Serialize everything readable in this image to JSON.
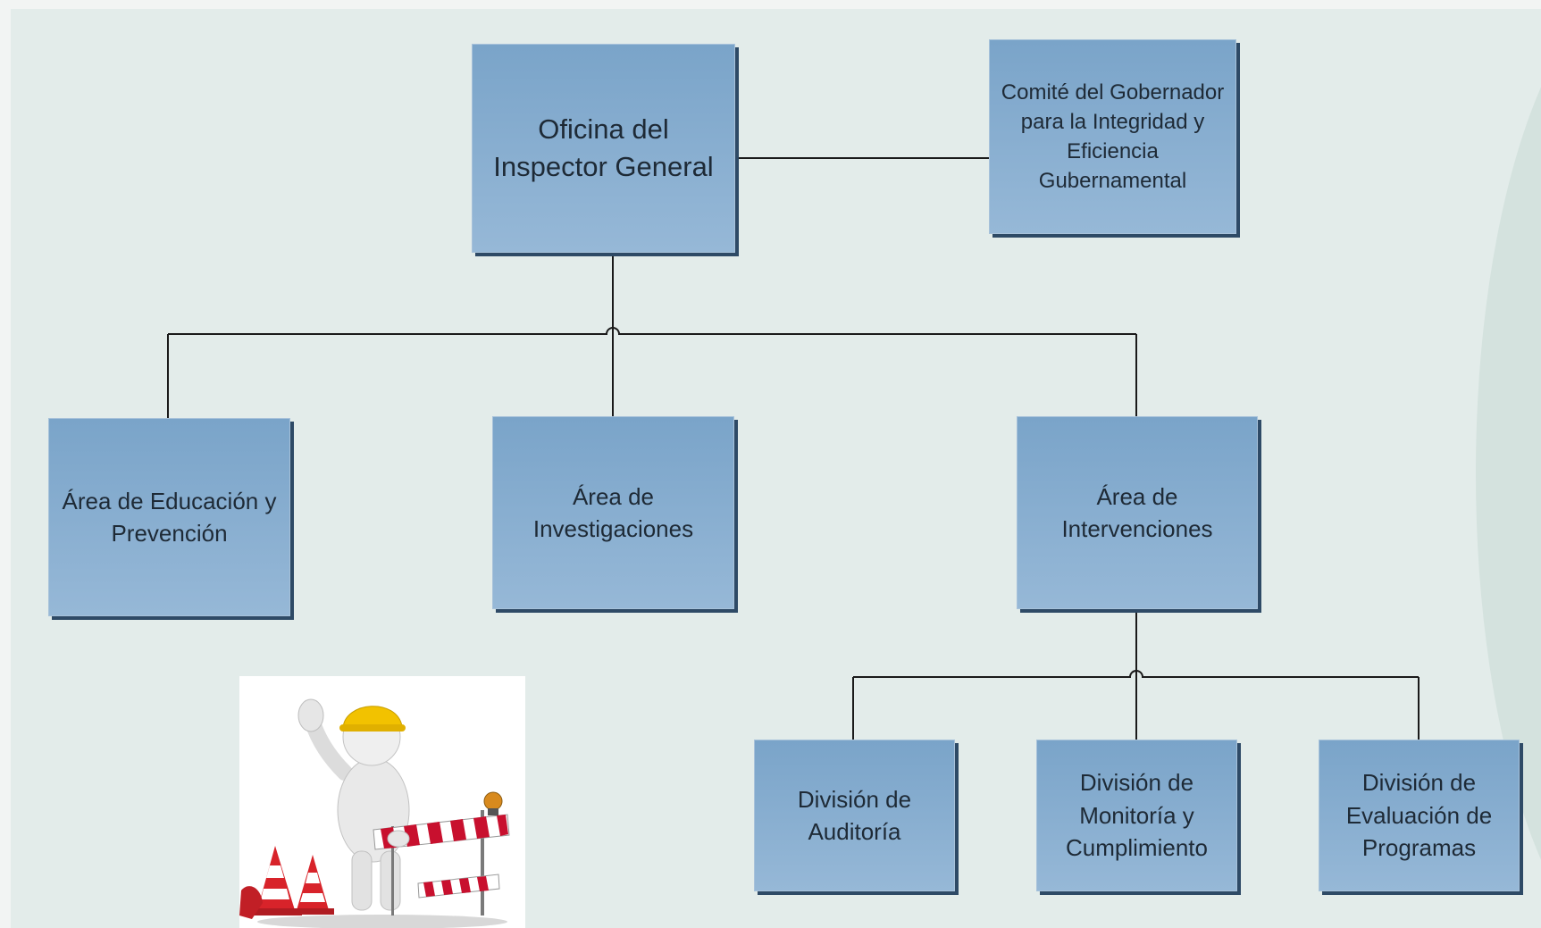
{
  "org_chart": {
    "top": {
      "label": "Oficina del Inspector General"
    },
    "committee": {
      "label": "Comité del Gobernador para la Integridad y Eficiencia Gubernamental"
    },
    "areas": [
      {
        "label": "Área de Educación y Prevención"
      },
      {
        "label": "Área de Investigaciones"
      },
      {
        "label": "Área de Intervenciones"
      }
    ],
    "divisions": [
      {
        "label": "División de Auditoría"
      },
      {
        "label": "División de Monitoría y Cumplimiento"
      },
      {
        "label": "División de Evaluación de Programas"
      }
    ]
  },
  "illustration": {
    "icon": "under-construction-figure-icon",
    "description_colors": {
      "helmet": "#f2c200",
      "stripes": "#c8102e",
      "figure": "#e8e8e8"
    }
  },
  "colors": {
    "box_top": "#7aa4c9",
    "box_bottom": "#96b8d7",
    "box_shadow": "#2e4a66",
    "connector": "#1a1a1a",
    "background": "#e3ecea"
  }
}
